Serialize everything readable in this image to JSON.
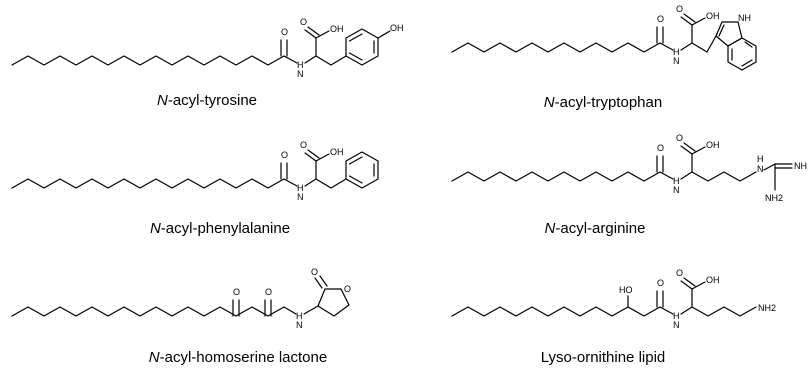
{
  "molecules": [
    {
      "id": "tyrosine",
      "caption_prefix": "N",
      "caption_rest": "-acyl-tyrosine",
      "atom_labels": {
        "acid_o": "O",
        "acid_oh": "OH",
        "amide_o": "O",
        "amide_nh": "H",
        "amide_n": "N",
        "ring_oh": "OH"
      }
    },
    {
      "id": "tryptophan",
      "caption_prefix": "N",
      "caption_rest": "-acyl-tryptophan",
      "atom_labels": {
        "acid_o": "O",
        "acid_oh": "OH",
        "amide_o": "O",
        "amide_nh": "H",
        "amide_n": "N",
        "indole_nh": "NH"
      }
    },
    {
      "id": "phenylalanine",
      "caption_prefix": "N",
      "caption_rest": "-acyl-phenylalanine",
      "atom_labels": {
        "acid_o": "O",
        "acid_oh": "OH",
        "amide_o": "O",
        "amide_nh": "H",
        "amide_n": "N"
      }
    },
    {
      "id": "arginine",
      "caption_prefix": "N",
      "caption_rest": "-acyl-arginine",
      "atom_labels": {
        "acid_o": "O",
        "acid_oh": "OH",
        "amide_o": "O",
        "amide_nh": "H",
        "amide_n": "N",
        "guan_nh": "H",
        "guan_n": "N",
        "guan_imine": "NH",
        "guan_nh2": "NH2"
      }
    },
    {
      "id": "homoserine-lactone",
      "caption_prefix": "N",
      "caption_rest": "-acyl-homoserine lactone",
      "atom_labels": {
        "keto_o": "O",
        "amide_o": "O",
        "amide_nh": "H",
        "amide_n": "N",
        "lactone_co": "O",
        "ring_o": "O"
      }
    },
    {
      "id": "lyso-ornithine",
      "caption_prefix": "",
      "caption_rest": "Lyso-ornithine lipid",
      "atom_labels": {
        "hydroxyl": "HO",
        "acid_o": "O",
        "acid_oh": "OH",
        "amide_o": "O",
        "amide_nh": "H",
        "amide_n": "N",
        "amine": "NH2"
      }
    }
  ]
}
